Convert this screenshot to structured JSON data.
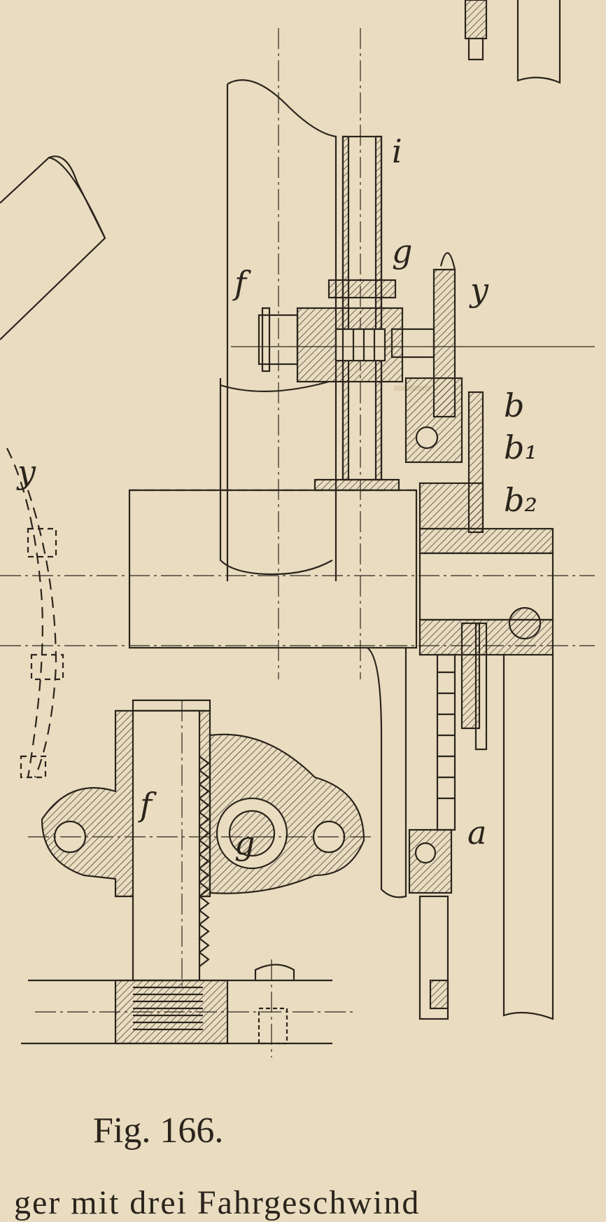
{
  "figure": {
    "caption": "Fig. 166.",
    "cut_off_line": "ger mit drei Fahrgeschwind"
  },
  "labels": {
    "i": "i",
    "g_top": "g",
    "f_top": "f",
    "y_right": "y",
    "y_left": "y",
    "b": "b",
    "b1": "b₁",
    "b2": "b₂",
    "a": "a",
    "f_bottom": "f",
    "g_bottom": "g"
  },
  "colors": {
    "paper": "#e9dcc0",
    "ink": "#2a241c",
    "ghost_text": "#d9c9a6"
  }
}
